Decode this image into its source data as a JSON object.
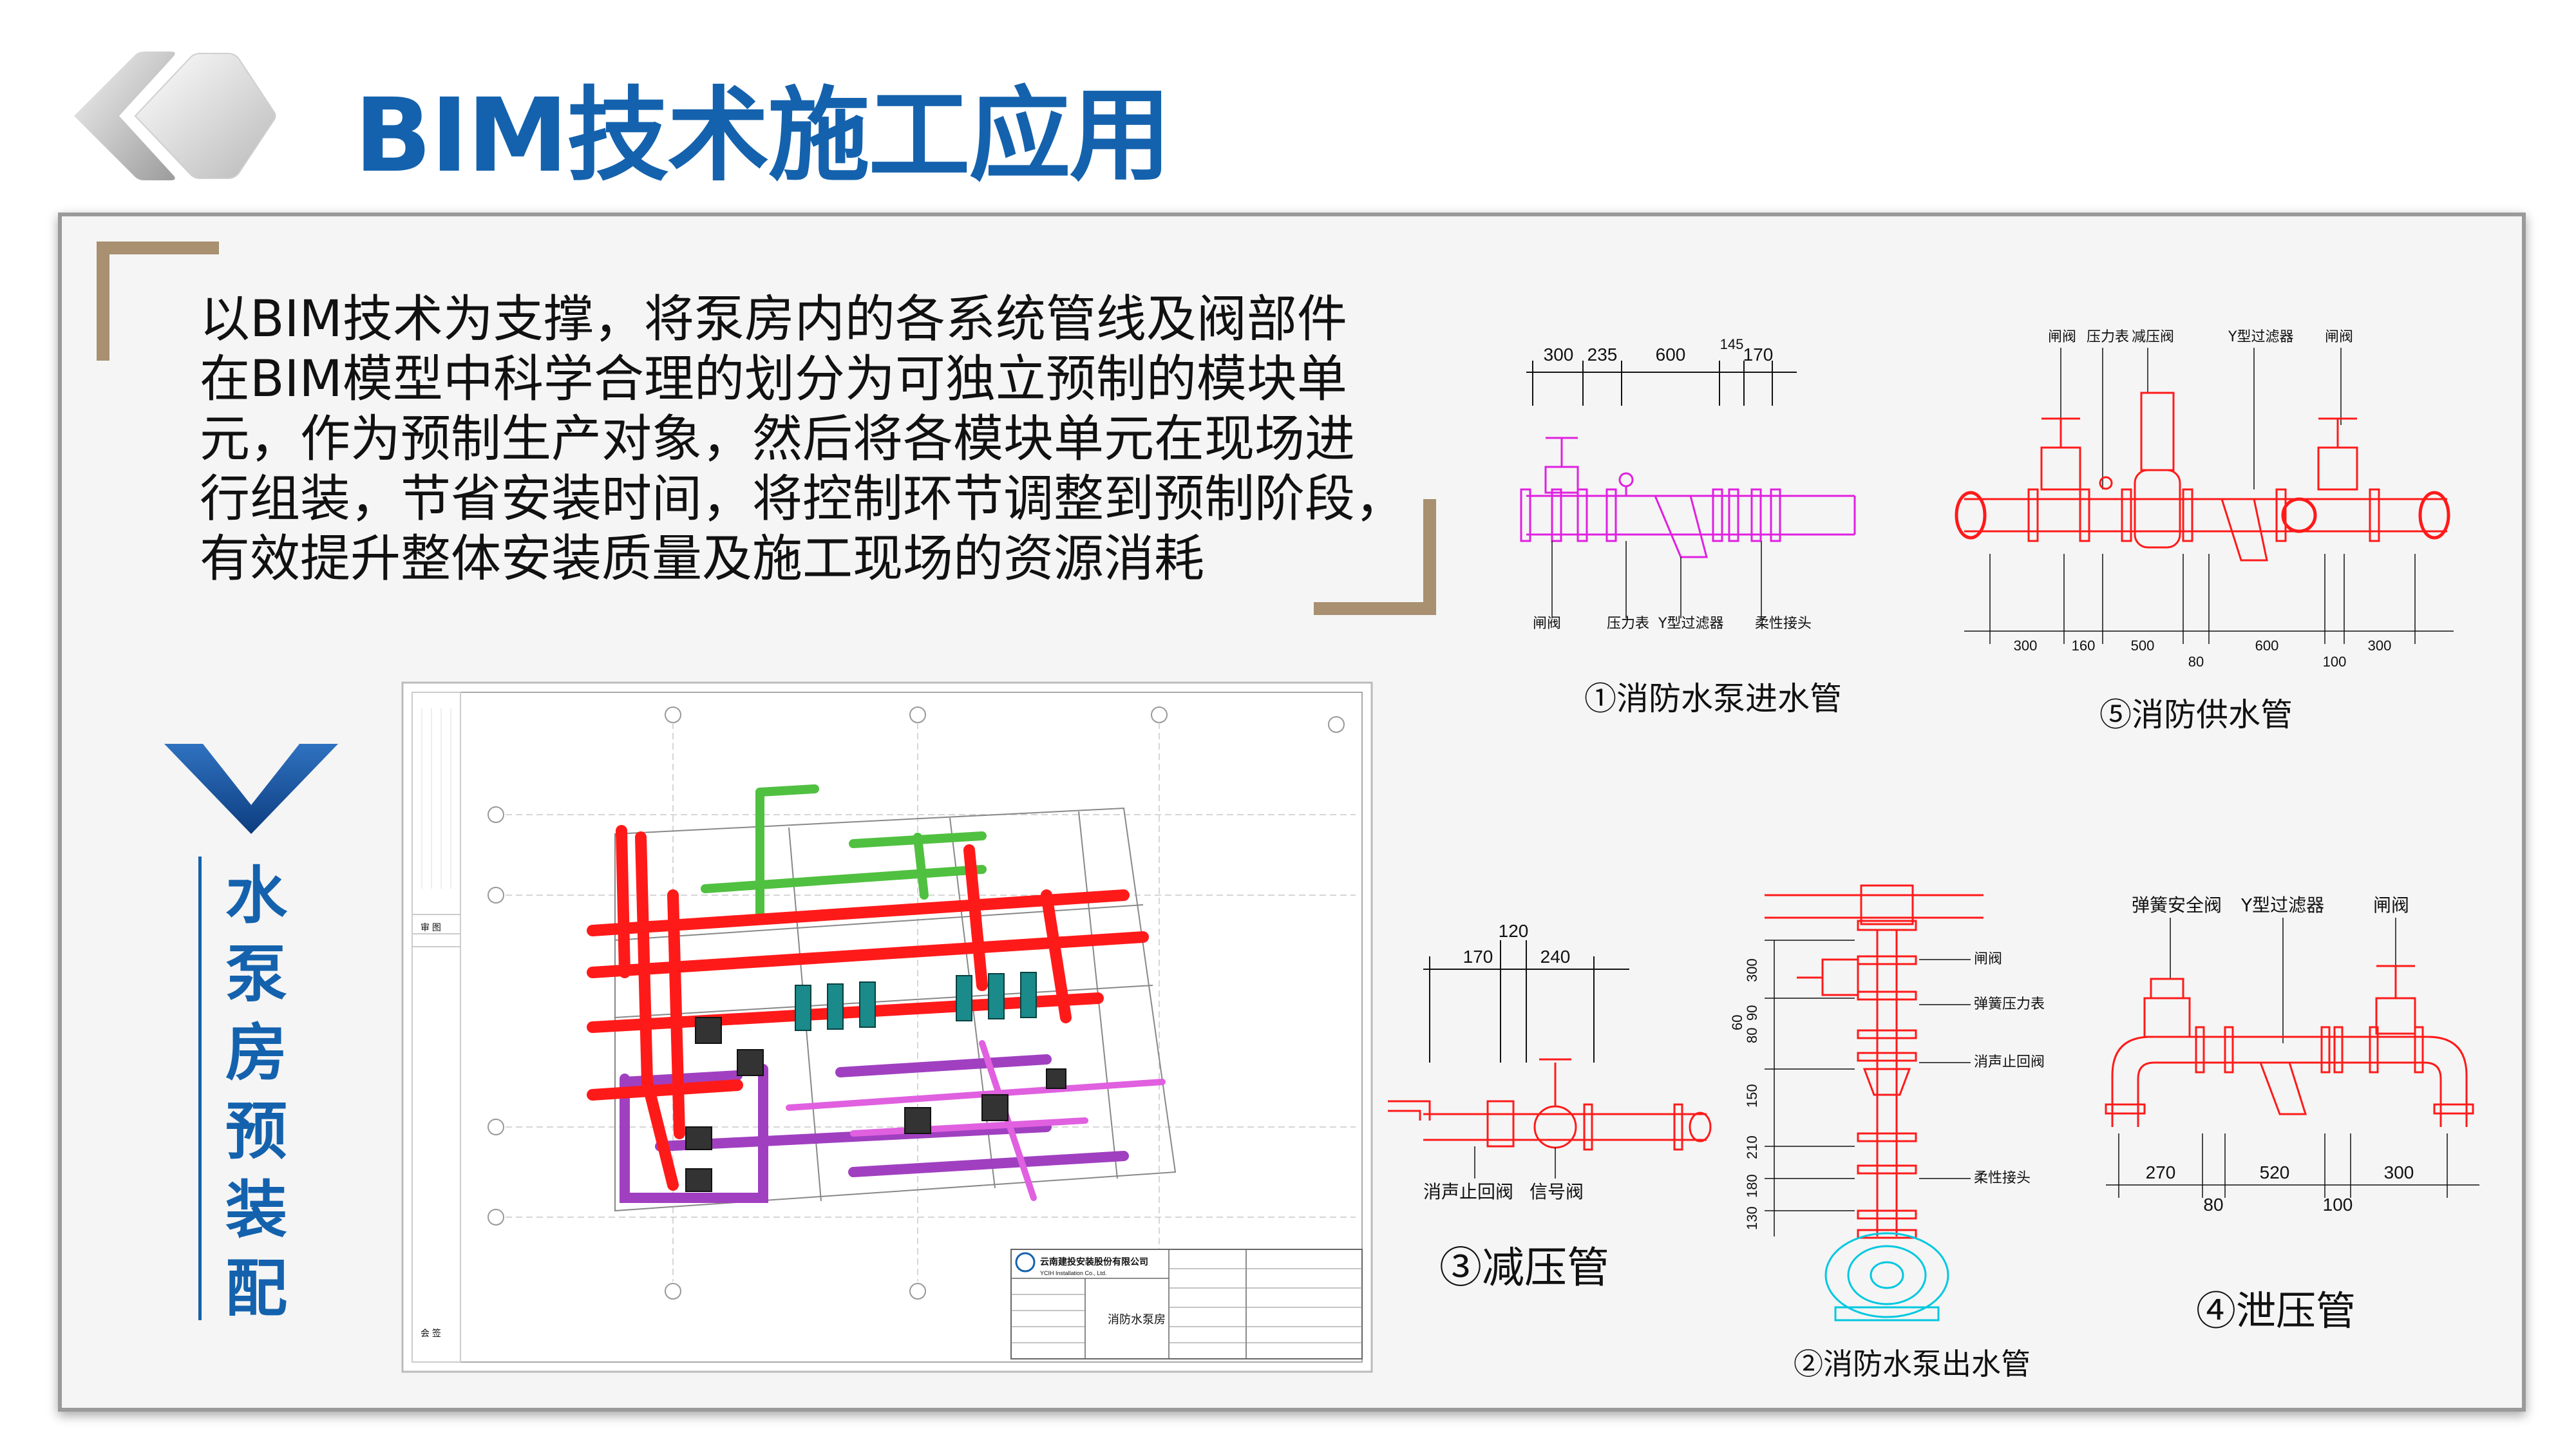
{
  "header": {
    "title": "BIM技术施工应用",
    "logo_icon": "grey-diamond-logo-icon"
  },
  "intro": {
    "lines": [
      "以BIM技术为支撑，将泵房内的各系统管线及阀部件",
      "在BIM模型中科学合理的划分为可独立预制的模块单",
      "元，作为预制生产对象，然后将各模块单元在现场进",
      "行组装，节省安装时间，将控制环节调整到预制阶段，",
      "有效提升整体安装质量及施工现场的资源消耗"
    ]
  },
  "sidebar": {
    "chars": [
      "水",
      "泵",
      "房",
      "预",
      "装",
      "配"
    ],
    "icon": "blue-chevron-down-icon"
  },
  "drawing": {
    "title_block": {
      "company": "云南建投安装股份有限公司",
      "company_en": "YCIH Installation Co., Ltd.",
      "sheet_name": "消防水泵房"
    },
    "side_labels": [
      "审 图",
      "会 签"
    ]
  },
  "diagrams": {
    "d1": {
      "caption": "①消防水泵进水管",
      "dims_top": [
        "300",
        "235",
        "600",
        "145",
        "170"
      ],
      "labels": [
        "闸阀",
        "压力表",
        "Y型过滤器",
        "柔性接头"
      ]
    },
    "d5": {
      "caption": "⑤消防供水管",
      "labels_top": [
        "闸阀",
        "压力表",
        "减压阀",
        "Y型过滤器",
        "闸阀"
      ],
      "dims_bottom": [
        "300",
        "160",
        "500",
        "80",
        "600",
        "100",
        "300"
      ]
    },
    "d3": {
      "caption": "③减压管",
      "dims_top": [
        "120",
        "170",
        "240"
      ],
      "labels": [
        "消声止回阀",
        "信号阀"
      ]
    },
    "d2": {
      "caption": "②消防水泵出水管",
      "dims_left": [
        "300",
        "60",
        "80",
        "90",
        "150",
        "210",
        "180",
        "130"
      ],
      "labels": [
        "闸阀",
        "弹簧压力表",
        "消声止回阀",
        "柔性接头"
      ]
    },
    "d4": {
      "caption": "④泄压管",
      "labels_top": [
        "弹簧安全阀",
        "Y型过滤器",
        "闸阀"
      ],
      "dims_bottom": [
        "270",
        "80",
        "520",
        "100",
        "300"
      ]
    }
  },
  "colors": {
    "accent_blue": "#1462ad",
    "pipe_red": "#ff1a1a",
    "pipe_magenta": "#e020e0",
    "pipe_purple": "#a040c0",
    "pipe_green": "#50c040",
    "pump_teal": "#1a8a8a",
    "bracket_tan": "#a89070"
  }
}
